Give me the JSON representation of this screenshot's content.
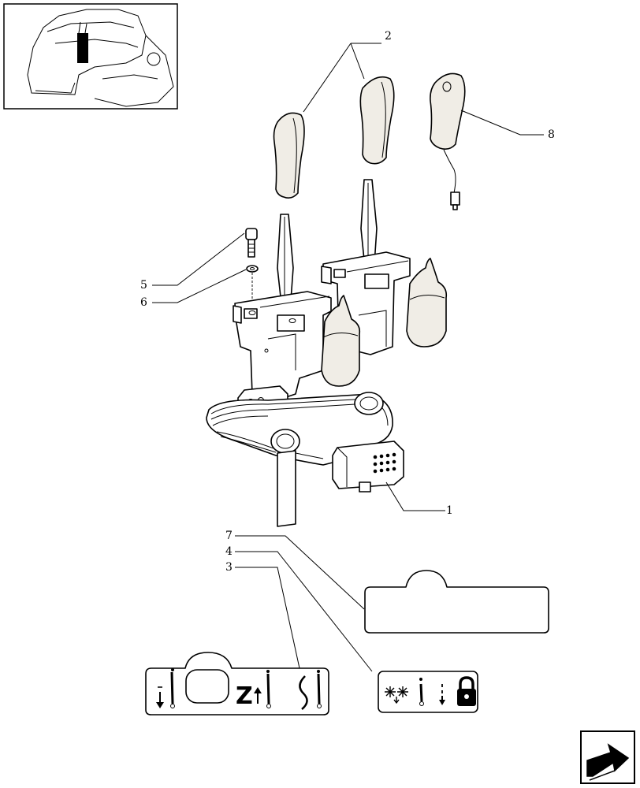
{
  "callouts": [
    {
      "id": "1",
      "label": "1"
    },
    {
      "id": "2",
      "label": "2"
    },
    {
      "id": "3",
      "label": "3"
    },
    {
      "id": "4",
      "label": "4"
    },
    {
      "id": "5",
      "label": "5"
    },
    {
      "id": "6",
      "label": "6"
    },
    {
      "id": "7",
      "label": "7"
    },
    {
      "id": "8",
      "label": "8"
    }
  ],
  "decal_symbols": {
    "z_letter": "Z"
  },
  "icons": {
    "nav_next": "next-page-arrow-icon",
    "thumbnail": "tractor-cab-locator-thumbnail"
  }
}
